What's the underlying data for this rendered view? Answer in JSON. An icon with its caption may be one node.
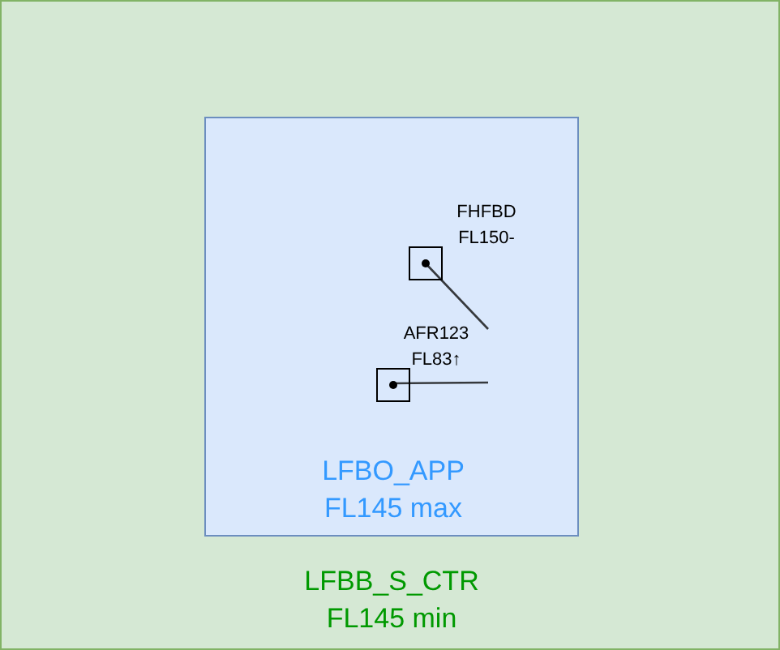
{
  "diagram": {
    "nodes": [
      {
        "text": [
          "LFBB_S_CTR FL145 min"
        ]
      },
      {
        "text": [
          "LFBO_APP FL145 max"
        ],
        "in": 0
      },
      {
        "text": [],
        "shape": "box",
        "in": 1,
        "beside": [
          "FHFBD FL150-"
        ]
      },
      {
        "text": [],
        "shape": "box",
        "in": 1,
        "beside": [
          "AFR123 FL83↑"
        ]
      }
    ]
  }
}
